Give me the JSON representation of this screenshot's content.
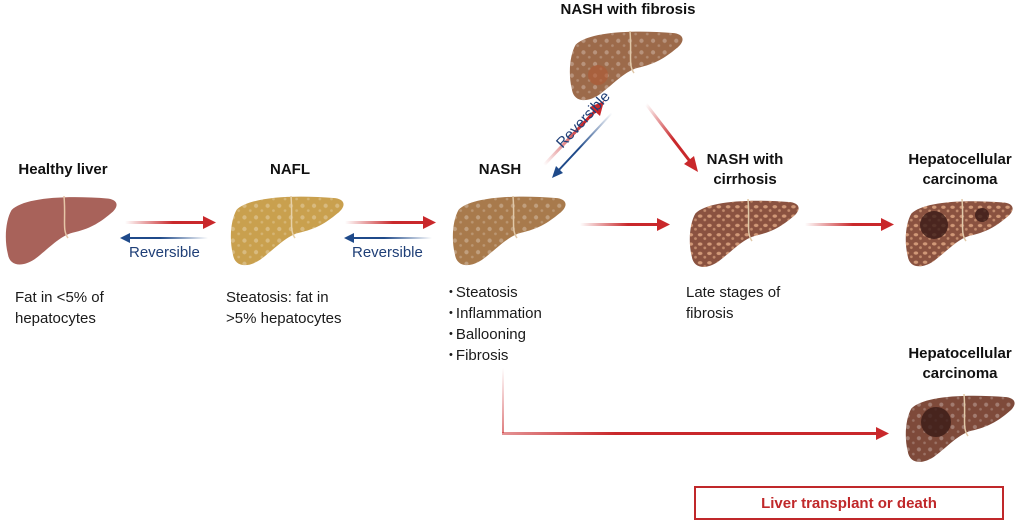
{
  "stages": {
    "healthy": {
      "title": "Healthy liver",
      "description": [
        "Fat in <5% of",
        "hepatocytes"
      ]
    },
    "nafl": {
      "title": "NAFL",
      "description": [
        "Steatosis: fat in",
        ">5% hepatocytes"
      ]
    },
    "nash": {
      "title": "NASH",
      "features": [
        "Steatosis",
        "Inflammation",
        "Ballooning",
        "Fibrosis"
      ]
    },
    "nash_fibrosis": {
      "title": "NASH with fibrosis"
    },
    "nash_cirrhosis": {
      "title_line1": "NASH with",
      "title_line2": "cirrhosis",
      "description": [
        "Late stages of",
        "fibrosis"
      ]
    },
    "hcc_top": {
      "title_line1": "Hepatocellular",
      "title_line2": "carcinoma"
    },
    "hcc_bottom": {
      "title_line1": "Hepatocellular",
      "title_line2": "carcinoma"
    }
  },
  "arrows": {
    "reversible_label": "Reversible"
  },
  "outcome": {
    "label": "Liver transplant or death"
  },
  "colors": {
    "progression": "#c9282b",
    "reversal": "#1f4a8a",
    "healthy_liver": "#a8625a",
    "nafl_liver": "#c9a04e",
    "nash_liver": "#a87a4c",
    "fibrosis_liver": "#9c6a4a",
    "cirrhosis_liver": "#8a5240",
    "hcc_liver": "#7e4a3a"
  }
}
